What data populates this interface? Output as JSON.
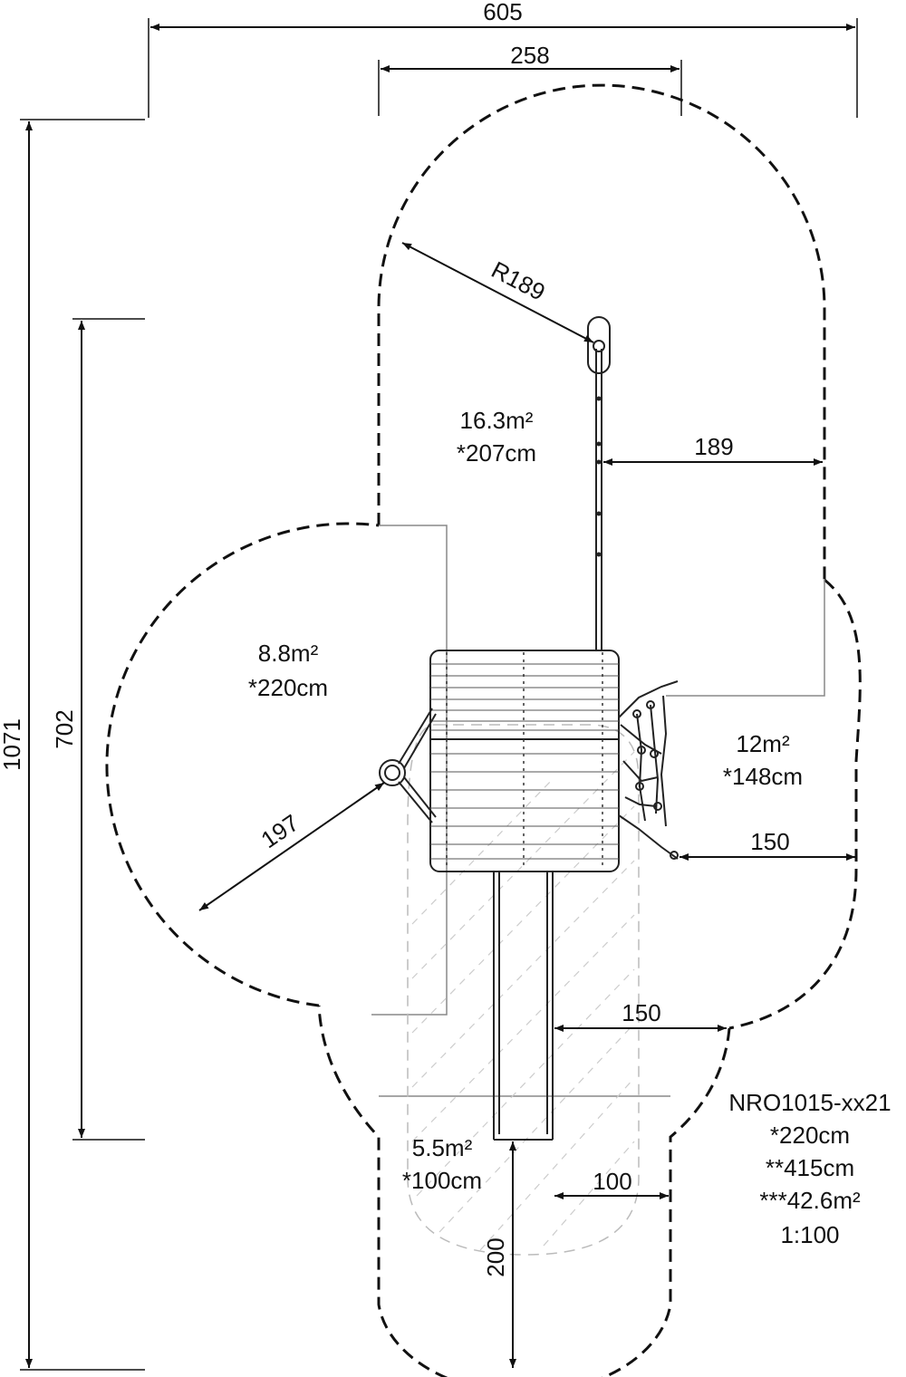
{
  "dimensions": {
    "overall_width": "605",
    "top_width": "258",
    "overall_height": "1071",
    "inner_height": "702",
    "radius_top": "R189",
    "right_offset_top": "189",
    "radius_left": "197",
    "right_offset_net": "150",
    "right_offset_lower": "150",
    "bottom_offset": "100",
    "bottom_length": "200"
  },
  "zones": {
    "top": {
      "area": "16.3m²",
      "height": "*207cm"
    },
    "left": {
      "area": "8.8m²",
      "height": "*220cm"
    },
    "right": {
      "area": "12m²",
      "height": "*148cm"
    },
    "bottom": {
      "area": "5.5m²",
      "height": "*100cm"
    }
  },
  "info": {
    "model": "NRO1015-xx21",
    "line1": "*220cm",
    "line2": "**415cm",
    "line3": "***42.6m²",
    "scale": "1:100"
  }
}
